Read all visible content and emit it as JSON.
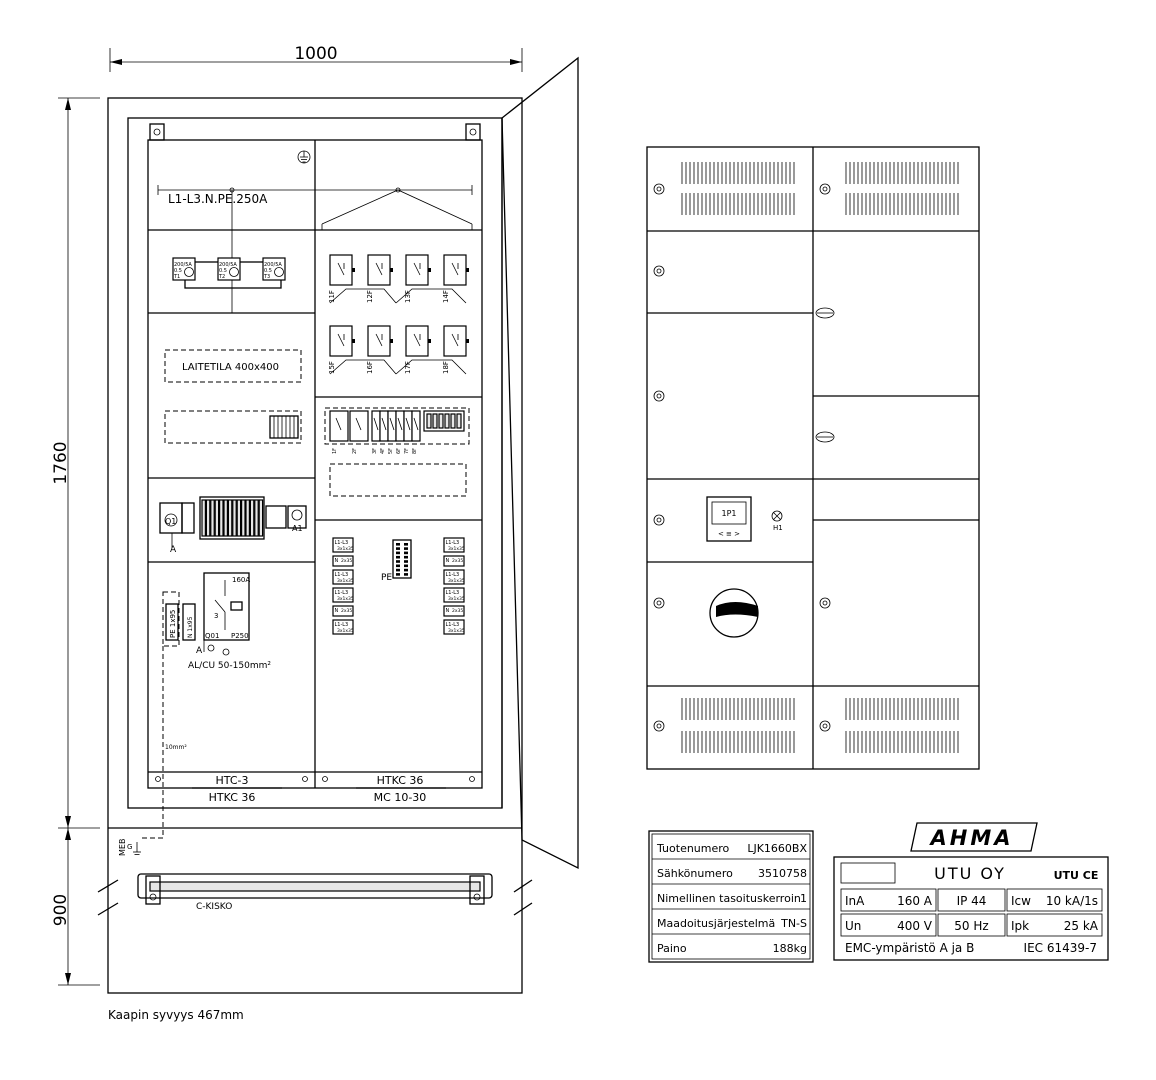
{
  "dimensions": {
    "width": "1000",
    "height_upper": "1760",
    "height_lower": "900"
  },
  "cabinet": {
    "busbar_label": "L1-L3.N.PE.250A",
    "device_space_label": "LAITETILA    400x400",
    "rail_label": "C-KISKO",
    "depth_note": "Kaapin syvyys 467mm",
    "meb_label": "MEB",
    "meb_g": "G",
    "pe_label": "PE",
    "left_bottom_upper": "HTC-3",
    "left_bottom_lower": "HTKC 36",
    "right_bottom_upper": "HTKC 36",
    "right_bottom_lower": "MC 10-30",
    "fuse_labels": [
      "200/5A",
      "200/5A",
      "200/5A"
    ],
    "fuse_ratings": [
      "0.5",
      "0.5",
      "0.5"
    ],
    "fuse_ids": [
      "T1",
      "T2",
      "T3"
    ],
    "breaker_top_labels": [
      "11F",
      "12F",
      "13F",
      "14F"
    ],
    "breaker_mid_labels": [
      "15F",
      "16F",
      "17F",
      "18F"
    ],
    "small_breaker_labels": [
      "1F",
      "2F",
      "3F",
      "4F",
      "5F",
      "6F",
      "7F",
      "8F"
    ],
    "meter_label": "Q1",
    "meter_a": "A",
    "a1_label": "A1",
    "switch_rating": "160A",
    "switch_id": "Q01",
    "switch_type": "P250",
    "switch_a": "A",
    "switch_3": "3",
    "pe_terminal": "PE  1x95",
    "n_terminal": "N  1x95",
    "cable_label": "AL/CU 50-150mm²",
    "pe_wire": "10mm²",
    "terminal_groups_left": [
      "L1-L3 3x1x35",
      "N 2x35",
      "L1-L3 3x1x35",
      "L1-L3 3x1x35",
      "N 2x35",
      "L1-L3 3x1x35"
    ],
    "terminal_groups_right": [
      "L1-L3 3x1x35",
      "N 2x35",
      "L1-L3 3x1x35",
      "L1-L3 3x1x35",
      "N 2x35",
      "L1-L3 3x1x35"
    ]
  },
  "front": {
    "meter_display": "1P1",
    "meter_buttons": "<  ≡  >",
    "lamp_label": "H1"
  },
  "product_table": [
    {
      "label": "Tuotenumero",
      "value": "LJK1660BX"
    },
    {
      "label": "Sähkönumero",
      "value": "3510758"
    },
    {
      "label": "Nimellinen tasoituskerroin",
      "value": "1"
    },
    {
      "label": "Maadoitusjärjestelmä",
      "value": "TN-S"
    },
    {
      "label": "Paino",
      "value": "188kg"
    }
  ],
  "nameplate": {
    "brand": "AHMA",
    "company": "UTU  OY",
    "marks": "UTU  CE",
    "row1": [
      {
        "k": "InA",
        "v": "160 A"
      },
      {
        "k": "",
        "v": "IP 44"
      },
      {
        "k": "Icw",
        "v": "10 kA/1s"
      }
    ],
    "row2": [
      {
        "k": "Un",
        "v": "400 V"
      },
      {
        "k": "",
        "v": "50 Hz"
      },
      {
        "k": "Ipk",
        "v": "25 kA"
      }
    ],
    "emc": "EMC-ympäristö  A  ja  B",
    "standard": "IEC 61439-7"
  }
}
